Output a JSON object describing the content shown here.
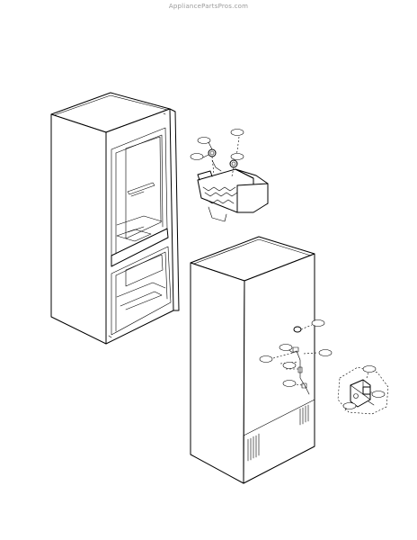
{
  "watermark": "AppliancePartsPros.com",
  "callouts": [
    {
      "id": "c-top-1",
      "text": ""
    },
    {
      "id": "c-top-2",
      "text": ""
    },
    {
      "id": "c-top-3",
      "text": ""
    },
    {
      "id": "c-top-4",
      "text": ""
    },
    {
      "id": "c-back-1",
      "text": ""
    },
    {
      "id": "c-back-2",
      "text": ""
    },
    {
      "id": "c-back-3",
      "text": ""
    },
    {
      "id": "c-back-4",
      "text": ""
    },
    {
      "id": "c-back-5",
      "text": ""
    },
    {
      "id": "c-back-6",
      "text": ""
    },
    {
      "id": "c-valve-1",
      "text": ""
    },
    {
      "id": "c-valve-2",
      "text": ""
    },
    {
      "id": "c-valve-3",
      "text": ""
    }
  ]
}
